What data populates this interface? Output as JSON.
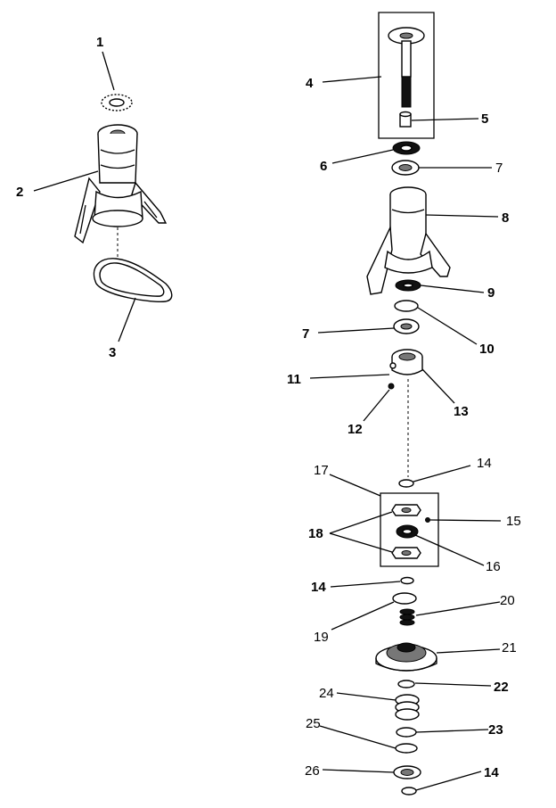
{
  "labels": {
    "l1": "1",
    "l2": "2",
    "l3": "3",
    "l4": "4",
    "l5": "5",
    "l6": "6",
    "l7a": "7",
    "l8": "8",
    "l9": "9",
    "l7b": "7",
    "l10": "10",
    "l11": "11",
    "l12": "12",
    "l13": "13",
    "l14a": "14",
    "l15": "15",
    "l16": "16",
    "l17": "17",
    "l18": "18",
    "l14b": "14",
    "l19": "19",
    "l20": "20",
    "l21": "21",
    "l22": "22",
    "l23": "23",
    "l24": "24",
    "l25": "25",
    "l26": "26",
    "l14c": "14"
  }
}
